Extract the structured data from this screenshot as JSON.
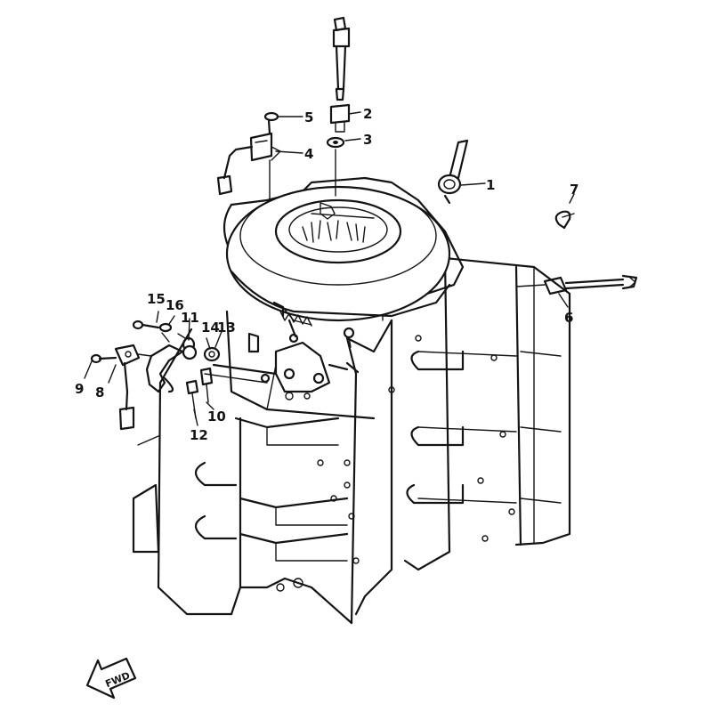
{
  "callouts": {
    "c1": "1",
    "c2": "2",
    "c3": "3",
    "c4": "4",
    "c5": "5",
    "c6": "6",
    "c7": "7",
    "c8": "8",
    "c9": "9",
    "c10": "10",
    "c11": "11",
    "c12": "12",
    "c13": "13",
    "c14": "14",
    "c15": "15",
    "c16": "16"
  },
  "fwd_label": "FWD"
}
